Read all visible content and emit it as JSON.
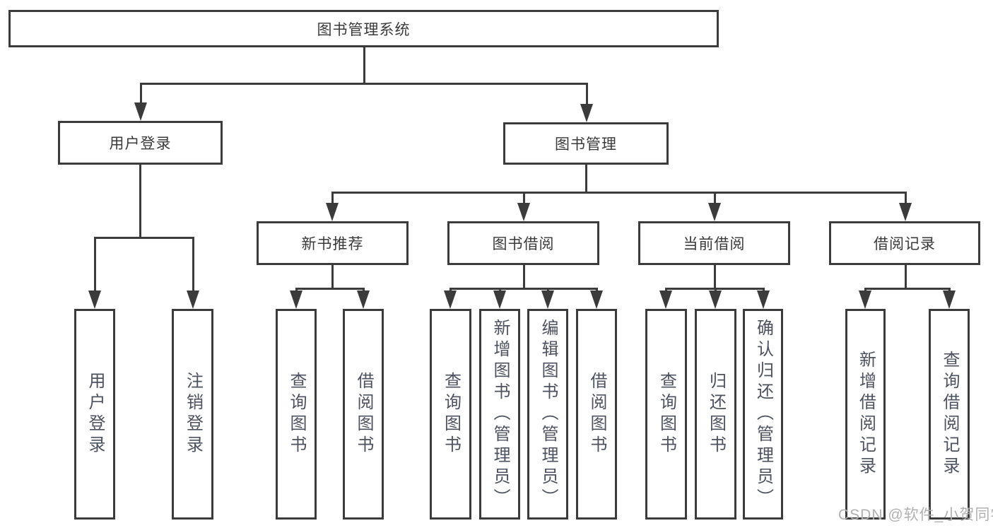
{
  "diagram": {
    "root": {
      "label": "图书管理系统"
    },
    "branches": [
      {
        "label": "用户登录",
        "children": [
          {
            "label": "用户登录"
          },
          {
            "label": "注销登录"
          }
        ]
      },
      {
        "label": "图书管理",
        "children": [
          {
            "label": "新书推荐",
            "children": [
              {
                "label": "查询图书"
              },
              {
                "label": "借阅图书"
              }
            ]
          },
          {
            "label": "图书借阅",
            "children": [
              {
                "label": "查询图书"
              },
              {
                "label": "新增图书（管理员）"
              },
              {
                "label": "编辑图书（管理员）"
              },
              {
                "label": "借阅图书"
              }
            ]
          },
          {
            "label": "当前借阅",
            "children": [
              {
                "label": "查询图书"
              },
              {
                "label": "归还图书"
              },
              {
                "label": "确认归还（管理员）"
              }
            ]
          },
          {
            "label": "借阅记录",
            "children": [
              {
                "label": "新增借阅记录"
              },
              {
                "label": "查询借阅记录"
              }
            ]
          }
        ]
      }
    ]
  },
  "watermark": {
    "text": "CSDN @软件_小贺同学"
  },
  "colors": {
    "line": "#3b3b3b",
    "box_text": "#3a3a3a",
    "leaf_text": "#4d5260",
    "watermark": "#b0b0b0",
    "background": "#ffffff"
  }
}
